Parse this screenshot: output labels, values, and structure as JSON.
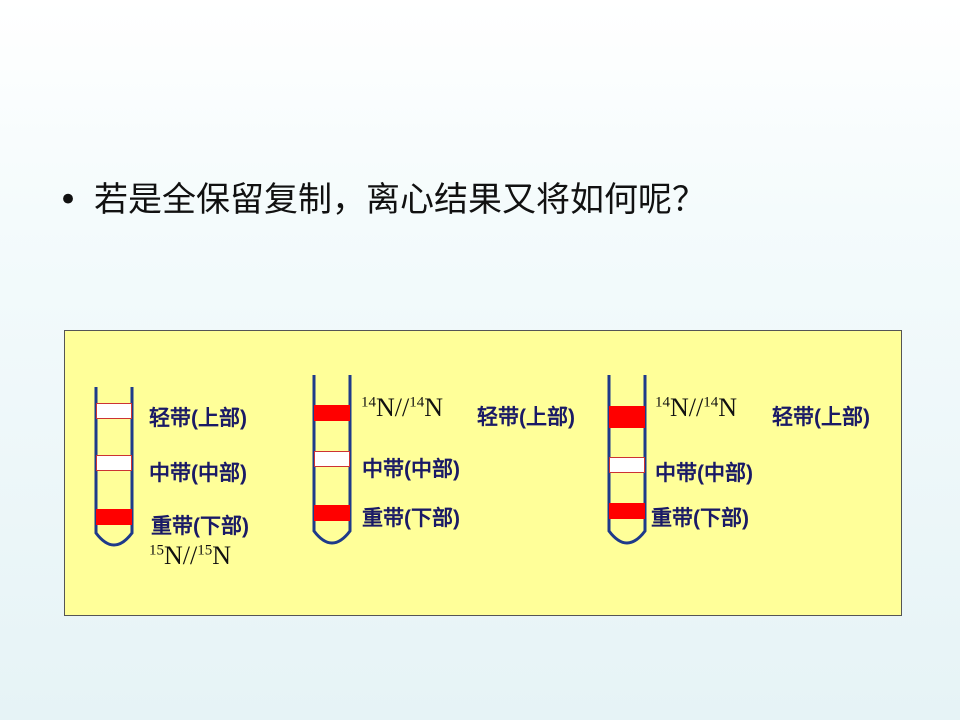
{
  "slide": {
    "bullet_char": "•",
    "question": "若是全保留复制，离心结果又将如何呢？"
  },
  "labels": {
    "light": "轻带(上部)",
    "middle": "中带(中部)",
    "heavy": "重带(下部)"
  },
  "isotopes": {
    "n14": "14",
    "n15": "15",
    "element": "N",
    "separator": "//"
  },
  "tubes": [
    {
      "name": "reference",
      "bands": {
        "light": "white",
        "middle": "white",
        "heavy": "red"
      }
    },
    {
      "name": "generation-1",
      "bands": {
        "light": "red",
        "middle": "white",
        "heavy": "red"
      }
    },
    {
      "name": "generation-2",
      "bands": {
        "light": "red",
        "middle": "white",
        "heavy": "red"
      }
    }
  ],
  "colors": {
    "dna_band": "#ff0000",
    "empty_band": "#ffffff",
    "panel_background": "#ffff99"
  }
}
